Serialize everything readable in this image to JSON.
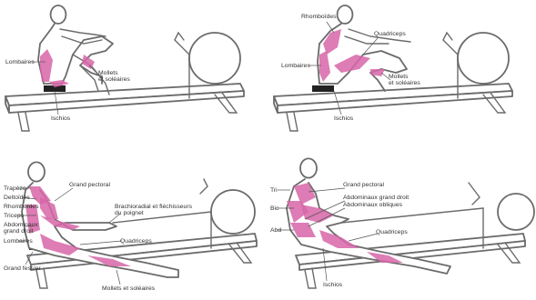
{
  "colors": {
    "muscle": "#d765a8",
    "muscle_dark": "#c04a8e",
    "outline": "#6b6b6b",
    "seat": "#222222",
    "background": "#ffffff"
  },
  "panels": [
    {
      "labels": {
        "left_1": "Lombaires",
        "right_1": "Mollets",
        "right_1b": "et soléaires",
        "bottom_1": "Ischios"
      }
    },
    {
      "labels": {
        "top_left": "Rhomboïdes",
        "top_right": "Quadriceps",
        "left_1": "Lombaires",
        "right_1": "Mollets",
        "right_1b": "et soléaires",
        "bottom_1": "Ischios"
      }
    },
    {
      "labels": {
        "l1": "Trapèze",
        "l2": "Deltoïdes",
        "l3": "Rhomboïdes",
        "l4": "Triceps",
        "l5": "Abdominaux",
        "l5b": "grand droit",
        "l6": "Lombaires",
        "l7": "Grand fessier",
        "top_right": "Grand pectoral",
        "mid_right_1": "Brachioradial et fléchisseurs",
        "mid_right_1b": "du poignet",
        "mid_right_2": "Quadriceps",
        "bottom_right": "Mollets et soléaires"
      }
    },
    {
      "labels": {
        "l1": "Tri",
        "l2": "Bic",
        "l3": "Abd",
        "top_right": "Grand pectoral",
        "mid_right_1": "Abdominaux grand droit",
        "mid_right_2": "Abdominaux obliques",
        "mid_right_3": "Quadriceps",
        "bottom": "Ischios"
      }
    }
  ]
}
